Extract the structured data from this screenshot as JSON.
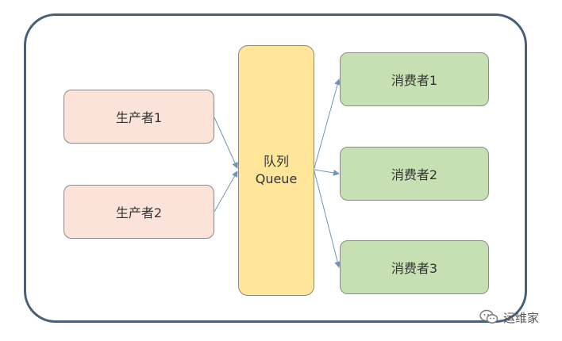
{
  "producers": [
    {
      "label": "生产者1"
    },
    {
      "label": "生产者2"
    }
  ],
  "queue": {
    "label_cn": "队列",
    "label_en": "Queue"
  },
  "consumers": [
    {
      "label": "消费者1"
    },
    {
      "label": "消费者2"
    },
    {
      "label": "消费者3"
    }
  ],
  "watermark": {
    "text": "运维家",
    "icon": "wechat-icon"
  },
  "colors": {
    "container_border": "#46607a",
    "producer_fill": "#fbe3d9",
    "queue_fill": "#ffe699",
    "consumer_fill": "#c6e0b4",
    "arrow": "#6f94b8"
  }
}
